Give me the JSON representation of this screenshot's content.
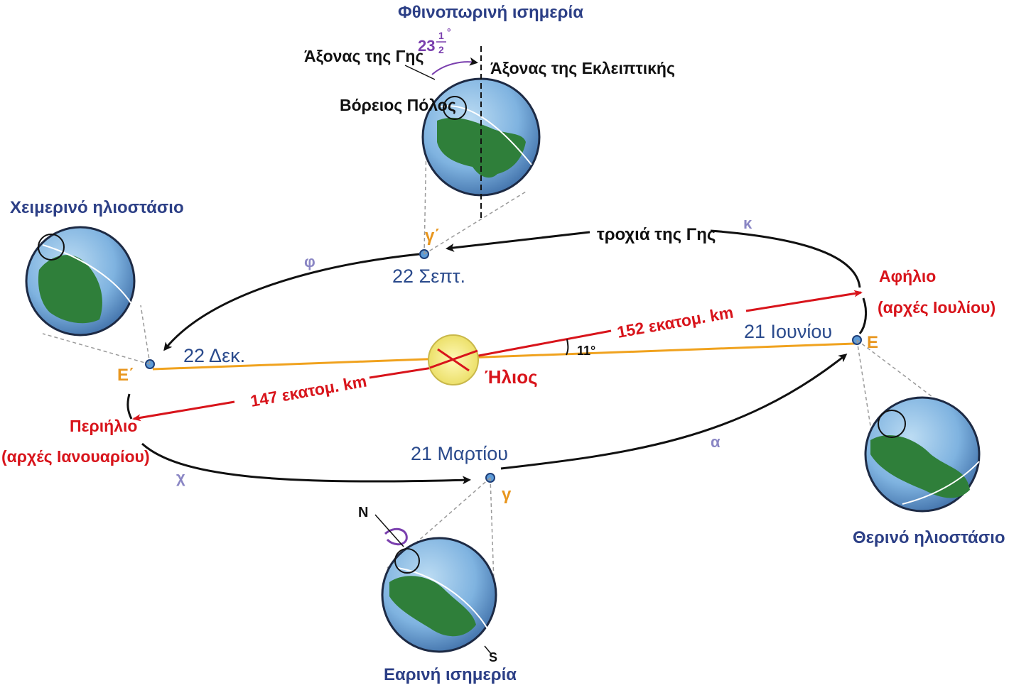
{
  "labels": {
    "autumn_equinox": "Φθινοπωρινή ισημερία",
    "earth_axis": "Άξονας της Γης",
    "ecliptic_axis": "Άξονας της Εκλειπτικής",
    "north_pole": "Βόρειος Πόλος",
    "tilt_angle_whole": "23",
    "tilt_angle_num": "1",
    "tilt_angle_den": "2",
    "tilt_angle_deg": "°",
    "winter_solstice": "Χειμερινό ηλιοστάσιο",
    "summer_solstice": "Θερινό ηλιοστάσιο",
    "spring_equinox": "Εαρινή ισημερία",
    "earth_orbit": "τροχιά της Γης",
    "date_sept": "22 Σεπτ.",
    "date_dec": "22 Δεκ.",
    "date_june": "21 Ιουνίου",
    "date_march": "21 Μαρτίου",
    "aphelion": "Αφήλιο",
    "aphelion_time": "(αρχές Ιουλίου)",
    "perihelion": "Περιήλιο",
    "perihelion_time": "(αρχές Ιανουαρίου)",
    "dist_far": "152 εκατομ. km",
    "dist_near": "147 εκατομ. km",
    "sun": "Ήλιος",
    "incline": "11°",
    "gamma_prime": "γ΄",
    "gamma": "γ",
    "e_prime": "Ε΄",
    "e": "Ε",
    "greek_phi": "φ",
    "greek_kappa": "κ",
    "greek_alpha": "α",
    "greek_chi": "χ",
    "pole_n": "N",
    "pole_s": "S"
  },
  "colors": {
    "orbit": "#111111",
    "ecliptic_line": "#f0a21e",
    "distance_arrow": "#d8141b",
    "sun_fill": "#f6ee8a",
    "ocean": "#6fa6d9",
    "land": "#2f7f3a"
  }
}
